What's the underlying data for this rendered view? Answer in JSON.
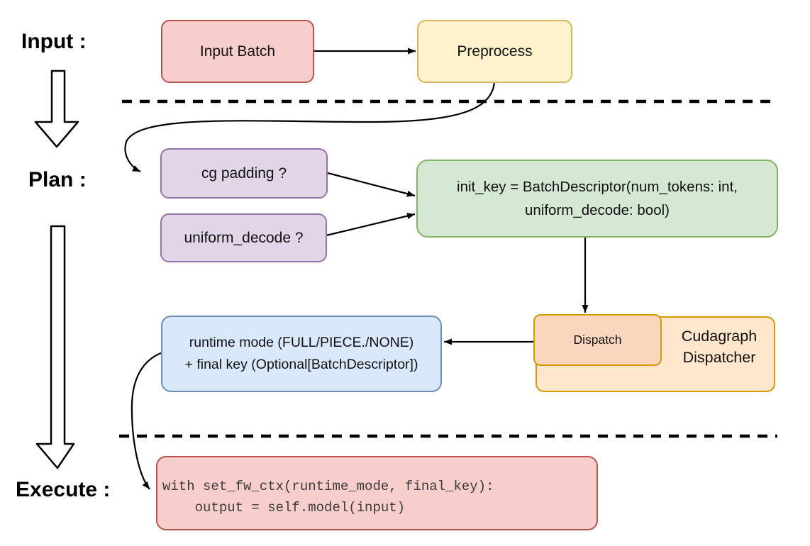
{
  "stages": {
    "input": {
      "label": "Input :"
    },
    "plan": {
      "label": "Plan :"
    },
    "execute": {
      "label": "Execute :"
    }
  },
  "nodes": {
    "input_batch": {
      "label": "Input Batch"
    },
    "preprocess": {
      "label": "Preprocess"
    },
    "cg_padding": {
      "label": "cg padding ?"
    },
    "uniform_decode": {
      "label": "uniform_decode ?"
    },
    "init_key": {
      "lines": [
        "init_key = BatchDescriptor(num_tokens: int,",
        "uniform_decode: bool)"
      ]
    },
    "dispatch": {
      "label": "Dispatch"
    },
    "cudagraph_dispatcher": {
      "label": "Cudagraph Dispatcher"
    },
    "runtime_mode": {
      "lines": [
        "runtime mode (FULL/PIECE./NONE)",
        "+ final key (Optional[BatchDescriptor])"
      ]
    },
    "execute_code": {
      "lines": [
        "with set_fw_ctx(runtime_mode, final_key):",
        "    output = self.model(input)"
      ]
    }
  },
  "colors": {
    "red_fill": "#f8cecc",
    "red_stroke": "#b85450",
    "yellow_fill": "#fff2cc",
    "yellow_stroke": "#d6b656",
    "purple_fill": "#e1d5e7",
    "purple_stroke": "#9673a6",
    "green_fill": "#d5e8d4",
    "green_stroke": "#82b366",
    "orange_fill": "#ffe6cc",
    "orange_inner_fill": "#fbd6bf",
    "orange_stroke": "#d79b00",
    "blue_fill": "#dae8fc",
    "blue_stroke": "#6c8ebf",
    "connector": "#000000"
  }
}
